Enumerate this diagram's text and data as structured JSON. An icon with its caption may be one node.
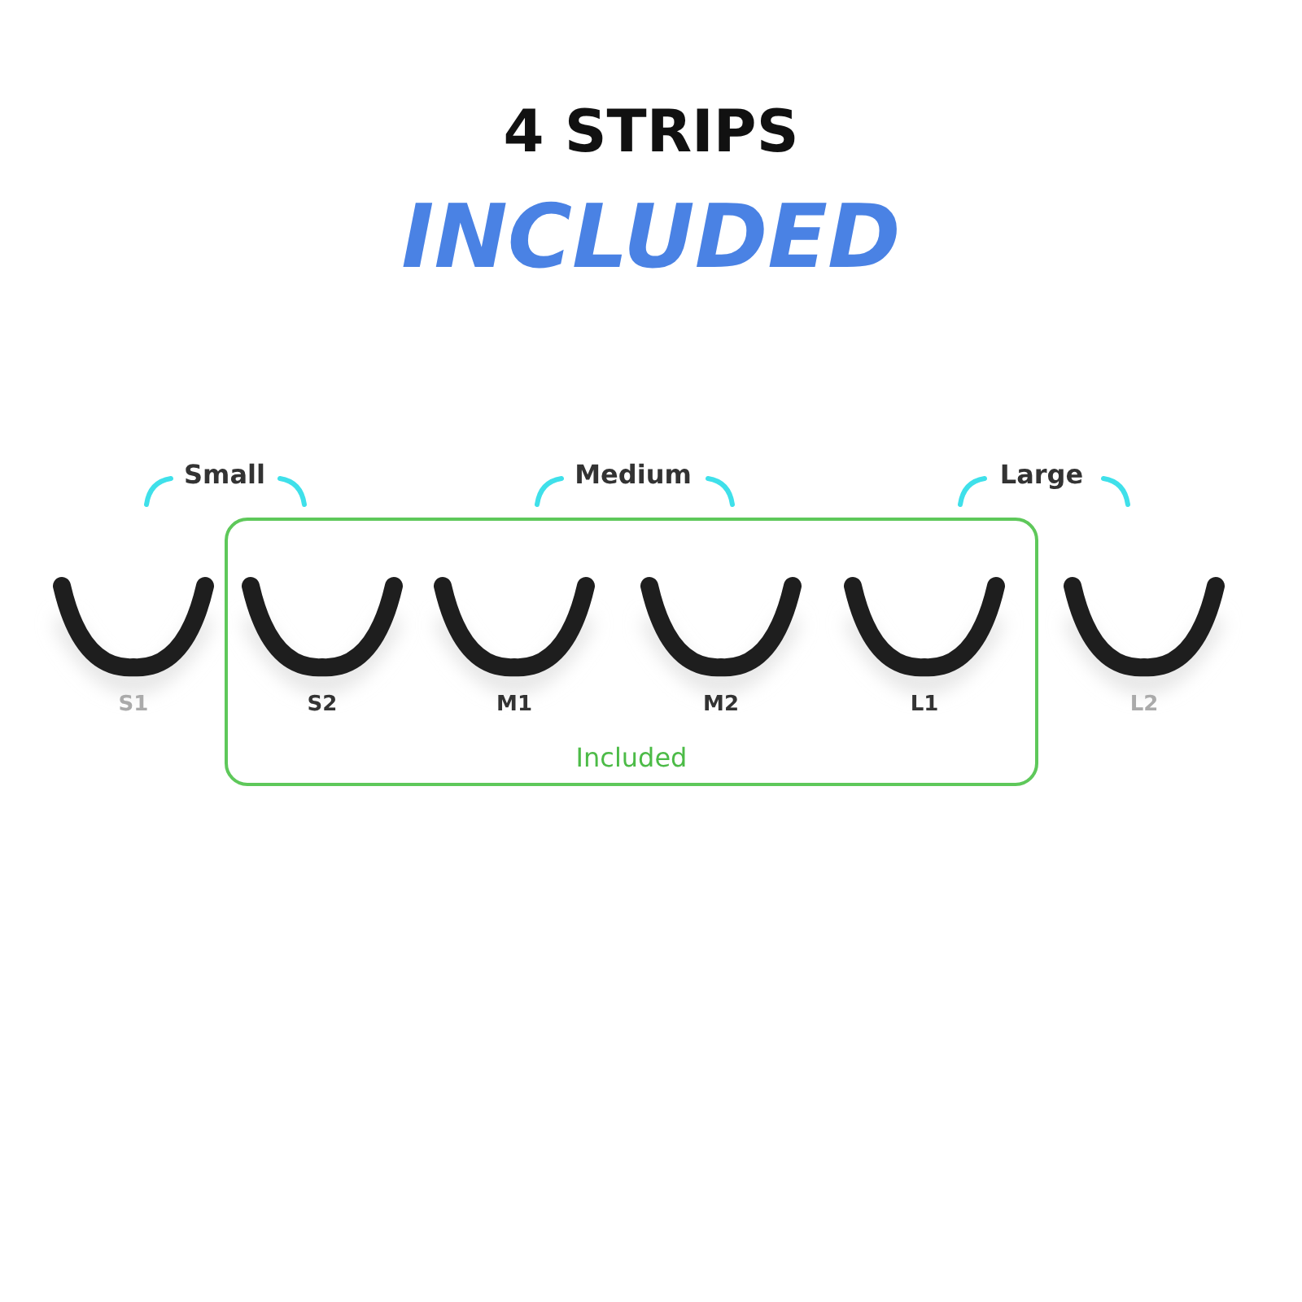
{
  "diagram": {
    "title": "4 STRIPS",
    "nodes": [
      {
        "text": [
          "Included"
        ]
      }
    ],
    "labels": [
      "INCLUDED",
      "Small",
      "Medium",
      "Large",
      "S1",
      "S2",
      "M1",
      "M2",
      "L1",
      "L2"
    ]
  }
}
